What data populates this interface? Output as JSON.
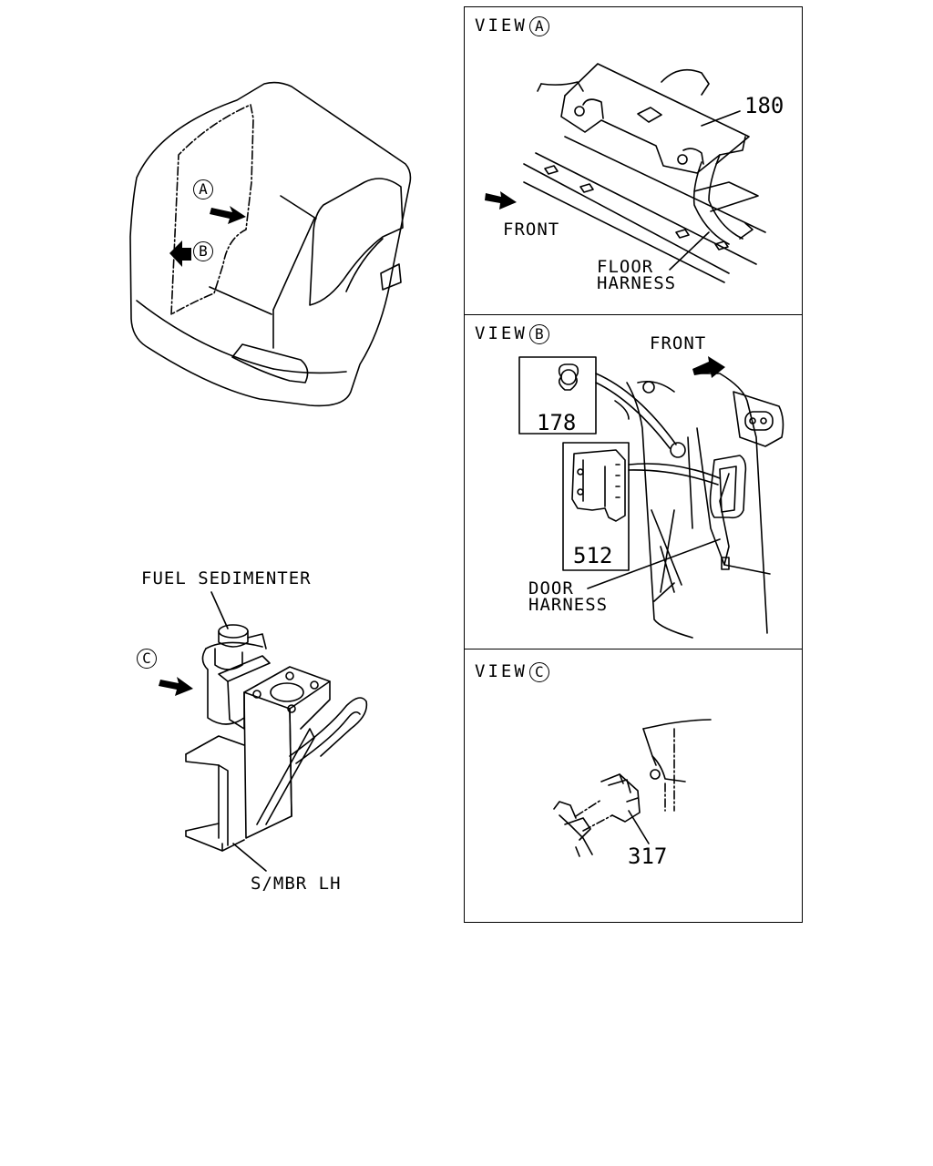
{
  "cab_view": {
    "marker_a": "A",
    "marker_b": "B"
  },
  "chassis_view": {
    "marker_c": "C",
    "fuel_label": "FUEL SEDIMENTER",
    "member_label": "S/MBR LH"
  },
  "view_a": {
    "title_prefix": "VIEW",
    "title_letter": "A",
    "part_180": "180",
    "front": "FRONT",
    "floor_harness_line1": "FLOOR",
    "floor_harness_line2": "HARNESS"
  },
  "view_b": {
    "title_prefix": "VIEW",
    "title_letter": "B",
    "front": "FRONT",
    "part_178": "178",
    "part_512": "512",
    "door_harness_line1": "DOOR",
    "door_harness_line2": "HARNESS"
  },
  "view_c": {
    "title_prefix": "VIEW",
    "title_letter": "C",
    "part_317": "317"
  }
}
